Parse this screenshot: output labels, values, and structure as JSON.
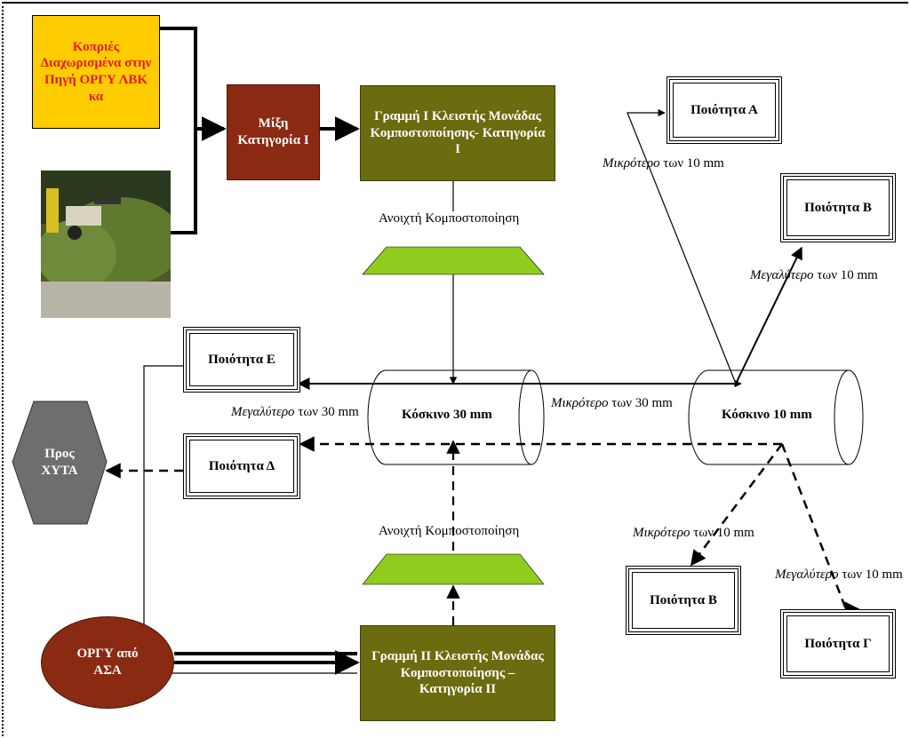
{
  "source_box": {
    "text": "Κοπριές Διαχωρισμένα στην Πηγή ΟΡΓΥ ΛΒΚ κα"
  },
  "mix_box": {
    "text": "Μίξη Κατηγορία Ι"
  },
  "line1_box": {
    "text": "Γραμμή Ι Κλειστής Μονάδας Κομποστοποίησης- Κατηγορία Ι"
  },
  "line2_box": {
    "text": "Γραμμή ΙΙ Κλειστής Μονάδας Κομποστοποίησης – Κατηγορία ΙΙ"
  },
  "orgy_ellipse": {
    "text": "ΟΡΓΥ από ΑΣΑ"
  },
  "landfill_hex": {
    "text": "Προς ΧΥΤΑ"
  },
  "open_compost_top": {
    "text": "Ανοιχτή Κομποστοποίηση"
  },
  "open_compost_bottom": {
    "text": "Ανοιχτή Κομποστοποίηση"
  },
  "sieve_30": {
    "text": "Κόσκινο 30 mm"
  },
  "sieve_10": {
    "text": "Κόσκινο 10 mm"
  },
  "quality": {
    "a": "Ποιότητα Α",
    "b_top": "Ποιότητα Β",
    "b_bottom": "Ποιότητα Β",
    "g": "Ποιότητα Γ",
    "d": "Ποιότητα Δ",
    "e": "Ποιότητα Ε"
  },
  "edge_labels": {
    "smaller_10_top_i": "Μικρότερο",
    "smaller_10_top": " των 10 mm",
    "larger_10_top_i": "Μεγαλύτερο",
    "larger_10_top": " των 10 mm",
    "larger_30_i": "Μεγαλύτερο",
    "larger_30": " των 30 mm",
    "smaller_30_i": "Μικρότερο",
    "smaller_30": " των 30 mm",
    "smaller_10_bottom_i": "Μικρότερο",
    "smaller_10_bottom": " των 10 mm",
    "larger_10_bottom_i": "Μεγαλύτερο",
    "larger_10_bottom": " των 10 mm"
  },
  "colors": {
    "green_box": "#6b6b0f",
    "brown": "#8b2a12",
    "yellow": "#ffcc00",
    "trapezoid": "#8fcc1e",
    "hexagon": "#6e6e6e"
  }
}
